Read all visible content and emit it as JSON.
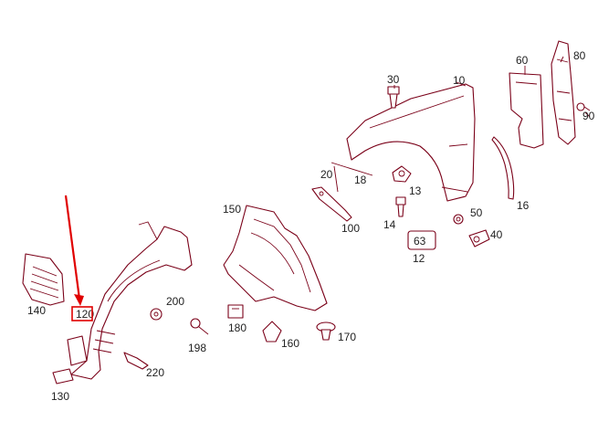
{
  "labels": {
    "p10": "10",
    "p12": "12",
    "p13": "13",
    "p14": "14",
    "p16": "16",
    "p18": "18",
    "p20": "20",
    "p30": "30",
    "p40": "40",
    "p50": "50",
    "p60": "60",
    "p80": "80",
    "p90": "90",
    "p100": "100",
    "p120": "120",
    "p130": "130",
    "p140": "140",
    "p150": "150",
    "p160": "160",
    "p170": "170",
    "p180": "180",
    "p198": "198",
    "p200": "200",
    "p220": "220"
  },
  "badge_text": "63",
  "highlight": {
    "part": "120",
    "color": "#e00000"
  },
  "colors": {
    "line": "#7a0018",
    "label": "#222222",
    "highlight": "#e00000"
  }
}
